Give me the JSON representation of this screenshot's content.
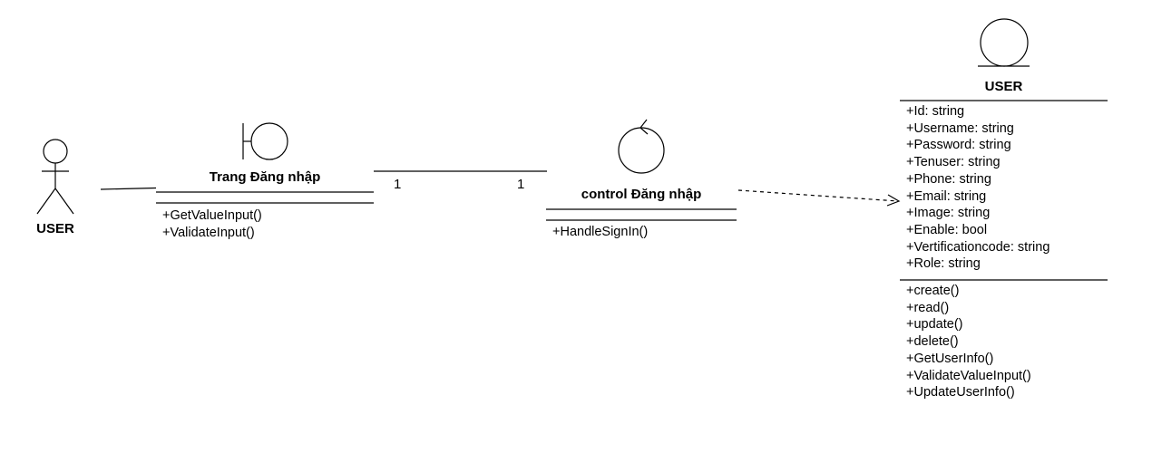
{
  "actor": {
    "label": "USER"
  },
  "boundary": {
    "title": "Trang Đăng nhập",
    "methods": [
      "+GetValueInput()",
      "+ValidateInput()"
    ]
  },
  "association": {
    "mult_left": "1",
    "mult_right": "1"
  },
  "control": {
    "title": "control Đăng nhập",
    "methods": [
      "+HandleSignIn()"
    ]
  },
  "entity": {
    "title": "USER",
    "attributes": [
      "+Id: string",
      "+Username: string",
      "+Password: string",
      "+Tenuser: string",
      "+Phone: string",
      "+Email: string",
      "+Image: string",
      "+Enable: bool",
      "+Vertificationcode: string",
      "+Role: string"
    ],
    "methods": [
      "+create()",
      "+read()",
      "+update()",
      "+delete()",
      "+GetUserInfo()",
      "+ValidateValueInput()",
      "+UpdateUserInfo()"
    ]
  }
}
